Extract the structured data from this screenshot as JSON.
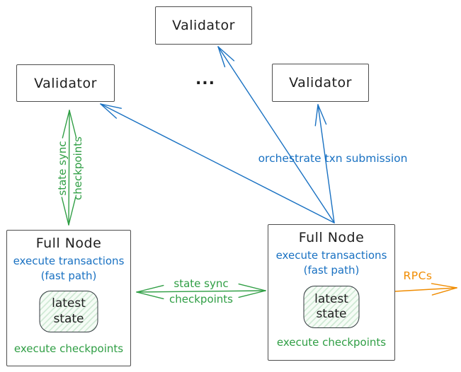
{
  "colors": {
    "blue": "#1971c2",
    "green": "#2f9e44",
    "orange": "#f08c00",
    "ink": "#1e1e1e",
    "border": "#4d4d4d"
  },
  "validator_left": {
    "label": "Validator"
  },
  "validator_top": {
    "label": "Validator"
  },
  "validator_right": {
    "label": "Validator"
  },
  "ellipsis": "...",
  "full_node_left": {
    "title": "Full Node",
    "exec_transactions": "execute transactions",
    "fast_path": "(fast path)",
    "state_top": "latest",
    "state_bottom": "state",
    "exec_checkpoints": "execute checkpoints"
  },
  "full_node_right": {
    "title": "Full Node",
    "exec_transactions": "execute transactions",
    "fast_path": "(fast path)",
    "state_top": "latest",
    "state_bottom": "state",
    "exec_checkpoints": "execute checkpoints"
  },
  "labels": {
    "vertical_state_sync": "state sync",
    "vertical_checkpoints": "checkpoints",
    "horizontal_state_sync": "state sync",
    "horizontal_checkpoints": "checkpoints",
    "orchestrate": "orchestrate txn submission",
    "rpcs": "RPCs"
  }
}
